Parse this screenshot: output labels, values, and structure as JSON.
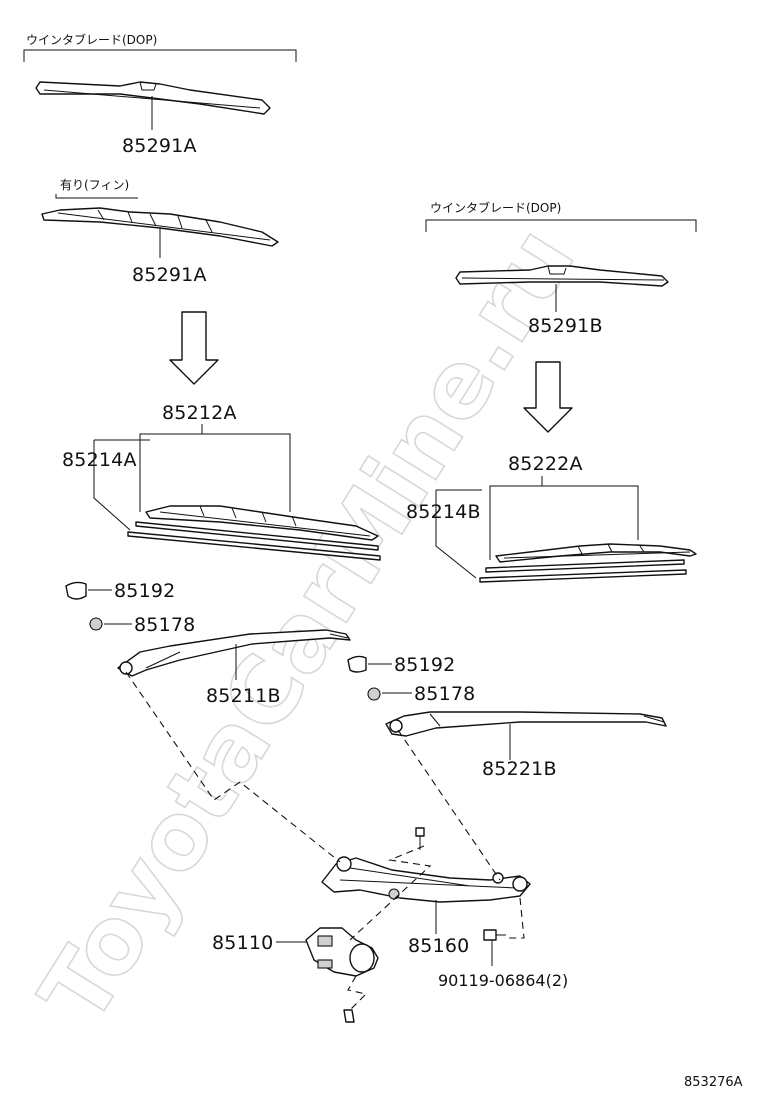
{
  "watermark": "ToyotaCarMine.ru",
  "notes": {
    "blade_dop_left": "ウインタブレード(DOP)",
    "blade_dop_right": "ウインタブレード(DOP)",
    "with_fin": "有り(フィン)"
  },
  "parts": {
    "p85291a_top": "85291A",
    "p85291a_fin": "85291A",
    "p85291b": "85291B",
    "p85212a": "85212A",
    "p85214a": "85214A",
    "p85222a": "85222A",
    "p85214b": "85214B",
    "p85192_left": "85192",
    "p85178_left": "85178",
    "p85211b": "85211B",
    "p85192_right": "85192",
    "p85178_right": "85178",
    "p85221b": "85221B",
    "p85110": "85110",
    "p85160": "85160",
    "p90119": "90119-06864(2)"
  },
  "figure_ref": "853276A"
}
